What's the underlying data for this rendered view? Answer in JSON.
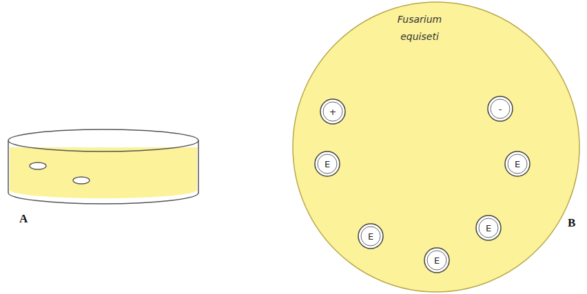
{
  "diagram": {
    "nodes": [
      {
        "text": [
          "Fusarium equiseti"
        ]
      },
      {
        "text": [
          "+"
        ],
        "in": 0
      },
      {
        "text": [
          "-"
        ],
        "in": 0
      },
      {
        "text": [
          "E"
        ],
        "in": 0
      },
      {
        "text": [
          "E"
        ],
        "in": 0
      },
      {
        "text": [
          "E"
        ],
        "in": 0
      },
      {
        "text": [
          "E"
        ],
        "in": 0
      },
      {
        "text": [
          "E"
        ],
        "in": 0
      }
    ],
    "labels": [
      "A",
      "B"
    ]
  }
}
